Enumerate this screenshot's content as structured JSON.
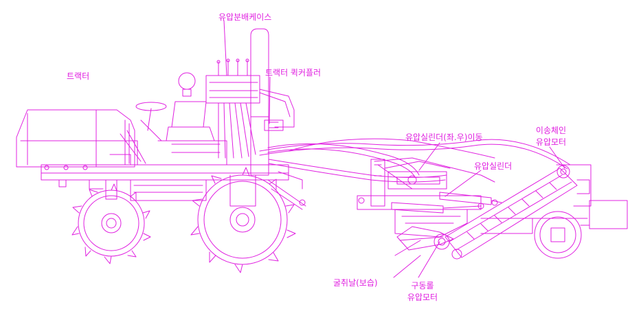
{
  "colors": {
    "line": "#e020e0",
    "background": "#ffffff"
  },
  "labels": {
    "tractor": "트랙터",
    "hydraulic_distribution_case": "유압분배케이스",
    "tractor_quick_coupler": "트랙터 퀵커플러",
    "cylinder_left_right": "유압실린더(좌.우)이동",
    "hydraulic_cylinder": "유압실린더",
    "conveyor_chain_motor_line1": "이송체인",
    "conveyor_chain_motor_line2": "유압모터",
    "digging_blade": "굴취날(보습)",
    "drive_roller_motor_line1": "구동롤",
    "drive_roller_motor_line2": "유압모터"
  }
}
